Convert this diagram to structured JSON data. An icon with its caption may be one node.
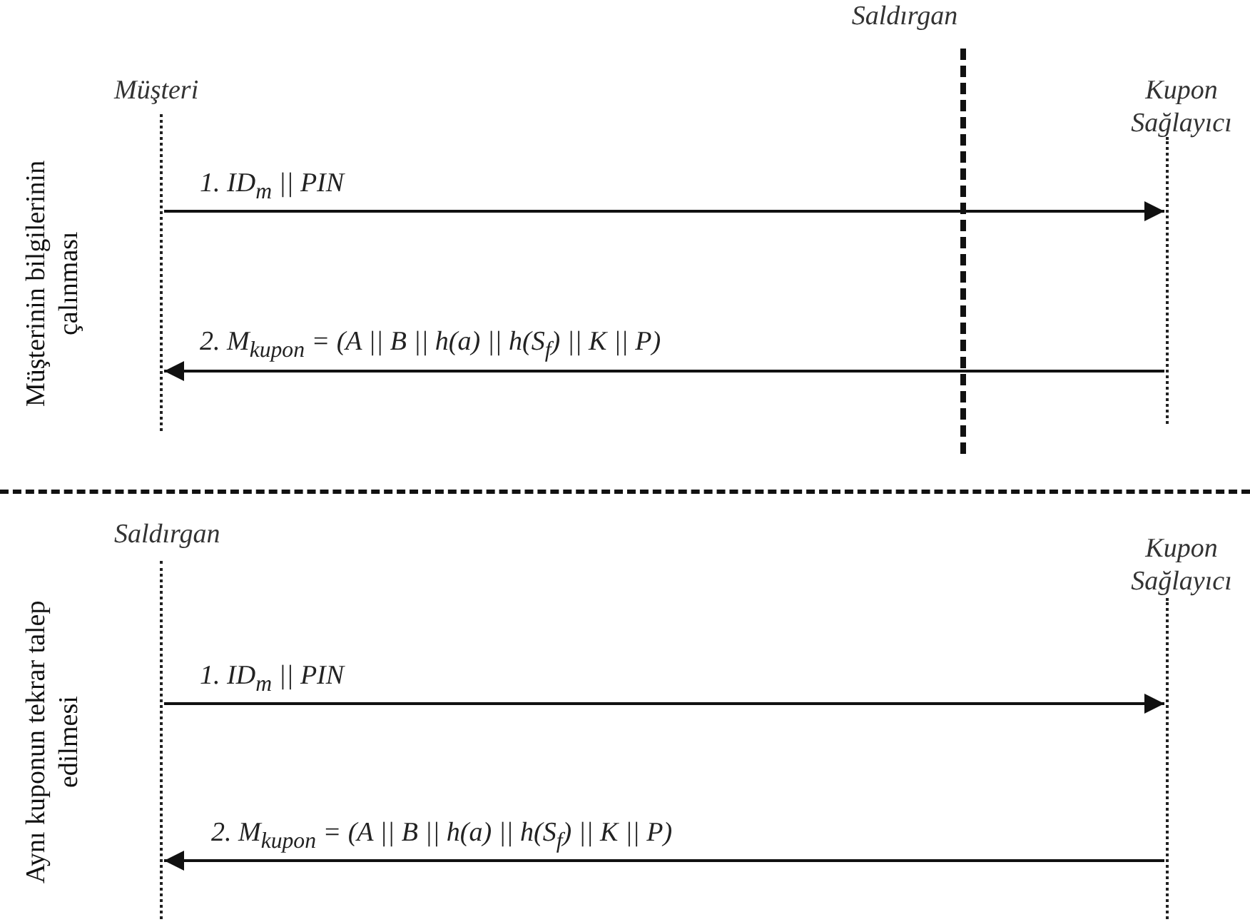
{
  "diagram": {
    "nodes": [
      {
        "text": [
          "Müşteri"
        ]
      },
      {
        "text": [
          "Saldırgan"
        ]
      },
      {
        "text": [
          "Kupon Sağlayıcı"
        ]
      },
      {
        "text": [
          "Saldırgan"
        ]
      },
      {
        "text": [
          "Kupon Sağlayıcı"
        ]
      }
    ],
    "edges": [
      {
        "from": 0,
        "to": 2,
        "arrow": "to",
        "label": "1. ID$_{m}$ || PIN"
      },
      {
        "from": 2,
        "to": 0,
        "arrow": "to",
        "label": "2. M$_{kupon}$ = (A || B || h(a) || h(S$_{f}$) || K || P)"
      },
      {
        "from": 3,
        "to": 4,
        "arrow": "to",
        "label": "1. ID$_{m}$ || PIN"
      },
      {
        "from": 4,
        "to": 3,
        "arrow": "to",
        "label": "2. M$_{kupon}$ = (A || B || h(a) || h(S$_{f}$) || K || P)"
      }
    ],
    "labels": [
      "Müşterinin bilgilerinin çalınması",
      "Aynı kuponun tekrar talep edilmesi"
    ]
  }
}
